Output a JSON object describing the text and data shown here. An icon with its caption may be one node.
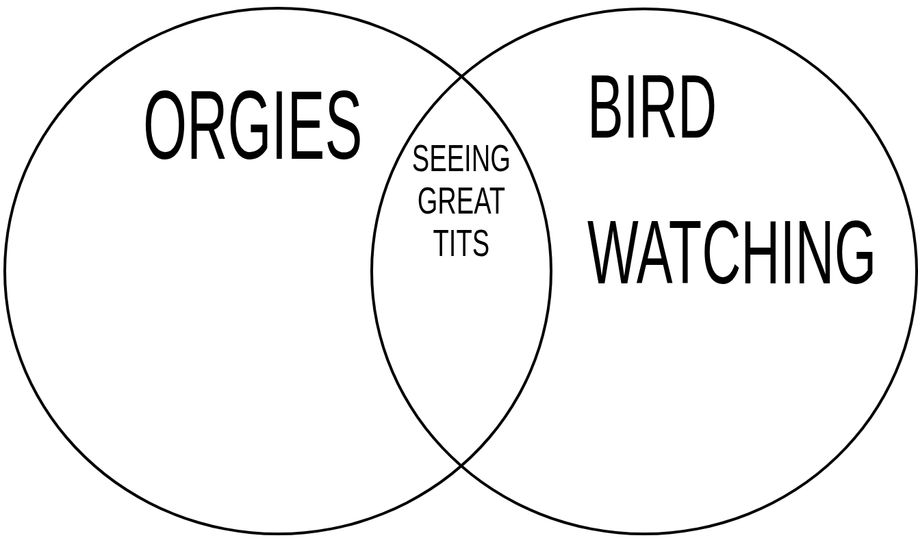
{
  "diagram": {
    "nodes": [
      {
        "text": [
          "ORGIES"
        ]
      },
      {
        "text": [
          "BIRD WATCHING"
        ]
      }
    ],
    "labels": [
      "SEEING GREAT TITS"
    ]
  }
}
